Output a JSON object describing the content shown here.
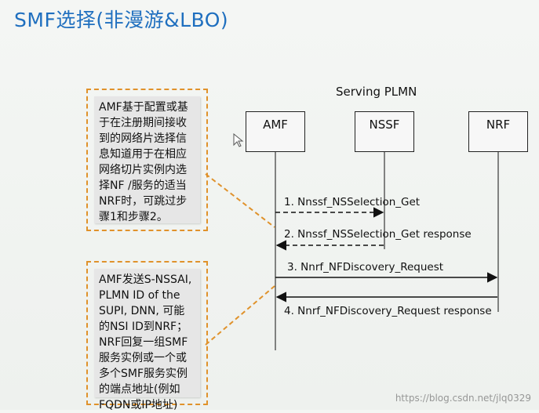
{
  "title": "SMF选择(非漫游&LBO)",
  "plmn_label": "Serving PLMN",
  "nodes": {
    "amf": "AMF",
    "nssf": "NSSF",
    "nrf": "NRF"
  },
  "notes": {
    "note1": "AMF基于配置或基于在注册期间接收到的网络片选择信息知道用于在相应网络切片实例内选择NF /服务的适当NRF时，可跳过步骤1和步骤2。",
    "note2": "AMF发送S-NSSAI, PLMN ID of the SUPI, DNN, 可能的NSI ID到NRF；\nNRF回复一组SMF服务实例或一个或多个SMF服务实例的端点地址(例如FQDN或IP地址)"
  },
  "messages": [
    {
      "label": "1. Nnssf_NSSelection_Get",
      "from": "amf",
      "to": "nssf",
      "style": "dashed"
    },
    {
      "label": "2. Nnssf_NSSelection_Get response",
      "from": "nssf",
      "to": "amf",
      "style": "dashed"
    },
    {
      "label": "3. Nnrf_NFDiscovery_Request",
      "from": "amf",
      "to": "nrf",
      "style": "solid"
    },
    {
      "label": "4. Nnrf_NFDiscovery_Request response",
      "from": "nrf",
      "to": "amf",
      "style": "solid"
    }
  ],
  "watermark": "https://blog.csdn.net/jlq0329",
  "colors": {
    "title": "#1f6fbf",
    "note_border": "#e0922b",
    "note_fill": "#e6e6e6",
    "line": "#111111"
  },
  "icons": [
    "mouse-cursor-icon"
  ]
}
